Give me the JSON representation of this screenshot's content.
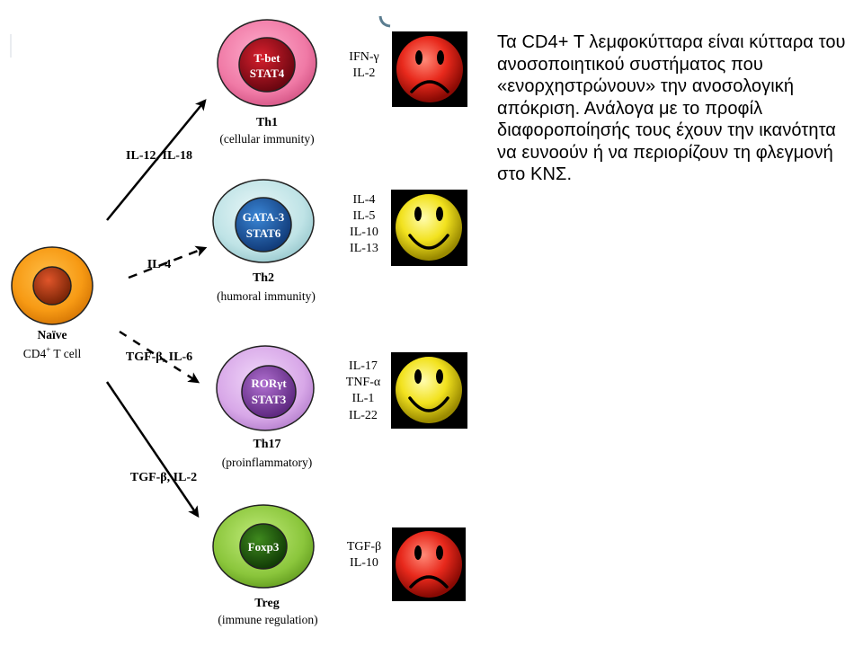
{
  "description": "Τα CD4+ T λεμφοκύτταρα είναι κύτταρα του ανοσοποιητικού συστήματος που «ενορχηστρώνουν» την ανοσολογική απόκριση. Ανάλογα με το προφίλ διαφοροποίησής τους έχουν την ικανότητα να ευνοούν ή να περιορίζουν τη φλεγμονή στο ΚΝΣ.",
  "naive": {
    "name": "Naïve",
    "label": "CD4",
    "sup": "+",
    "suffix": " T cell"
  },
  "signals": [
    "IL-12, IL-18",
    "IL-4",
    "TGF-β, IL-6",
    "TGF-β, IL-2"
  ],
  "cells": [
    {
      "name": "Th1",
      "role": "(cellular immunity)",
      "factors": [
        "T-bet",
        "STAT4"
      ],
      "cytokines": [
        "IFN-γ",
        "IL-2"
      ],
      "effect": "sad"
    },
    {
      "name": "Th2",
      "role": "(humoral immunity)",
      "factors": [
        "GATA-3",
        "STAT6"
      ],
      "cytokines": [
        "IL-4",
        "IL-5",
        "IL-10",
        "IL-13"
      ],
      "effect": "happy"
    },
    {
      "name": "Th17",
      "role": "(proinflammatory)",
      "factors": [
        "RORγt",
        "STAT3"
      ],
      "cytokines": [
        "IL-17",
        "TNF-α",
        "IL-1",
        "IL-22"
      ],
      "effect": "happy"
    },
    {
      "name": "Treg",
      "role": "(immune regulation)",
      "factors": [
        "Foxp3"
      ],
      "cytokines": [
        "TGF-β",
        "IL-10"
      ],
      "effect": "sad"
    }
  ],
  "colors": {
    "naive_outer": "#f79a14",
    "naive_inner": "#a83a10",
    "th1_outer": "#f07aa6",
    "th1_inner": "#b01020",
    "th2_outer": "#bfe3e6",
    "th2_inner": "#1f5fae",
    "th17_outer": "#d8a8e8",
    "th17_inner": "#8a4aa8",
    "treg_outer": "#8bc63c",
    "treg_inner": "#1f5a10",
    "sad_face": "#e8291c",
    "happy_face": "#f2e21e"
  }
}
